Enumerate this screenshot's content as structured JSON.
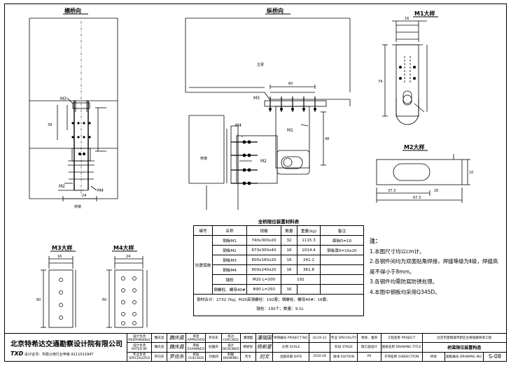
{
  "views": {
    "transverse_title": "横桥向",
    "longitudinal_title": "纵桥向",
    "m1_title": "M1大样",
    "m2_title": "M2大样",
    "m3_title": "M3大样",
    "m4_title": "M4大样"
  },
  "labels": {
    "main_girder": "主梁",
    "pier": "桥墩",
    "m1": "M1",
    "m2": "M2",
    "m3": "M3",
    "m4": "M4",
    "d_24": "24",
    "d_60": "60",
    "d_37_3": "37.3",
    "d_20": "20",
    "d_10": "10",
    "d_16": "16",
    "d_67_3": "67.3",
    "d_74": "74",
    "d_48": "48",
    "d_39": "39"
  },
  "material_table": {
    "title": "全桥限位装置材料表",
    "headers": [
      "编号",
      "名称",
      "规格",
      "数量",
      "重量(kg)",
      "备注"
    ],
    "group": "抗震措施",
    "rows": [
      [
        "钢板M1",
        "740x300x20",
        "32",
        "1115.3",
        "面板D=10"
      ],
      [
        "钢板M2",
        "673x300x40",
        "16",
        "1014.4",
        "钢板厚δ=10x20"
      ],
      [
        "钢板M3",
        "600x160x20",
        "16",
        "241.2",
        ""
      ],
      [
        "钢板M4",
        "600x240x20",
        "16",
        "361.8",
        ""
      ],
      [
        "锚栓",
        "M20 L=200",
        "192",
        "",
        ""
      ],
      [
        "钢螺栓、螺母40#",
        "Φ90 L=250",
        "16",
        "",
        ""
      ]
    ],
    "summary1": "钢材合计：2732.7kg；M20高强螺栓：192套；钢螺栓、螺母40#：16套。",
    "summary2": "锚栓：192个；数量：9.1L"
  },
  "notes": {
    "heading": "注：",
    "items": [
      "1.本图尺寸均以cm计。",
      "2.各钢件间均为双面贴角焊接，焊缝等级为Ⅱ级，焊缝高",
      "   度不得小于8mm。",
      "3.各钢件均需防腐防锈处理。",
      "4.本图中钢板均采用Q345D。"
    ]
  },
  "title_block": {
    "company": "北京特希达交通勘察设计院有限公司",
    "logo": "TXD",
    "license": "设计证书：市政公用行业甲级 A111011947",
    "roles": [
      [
        "设计负责",
        "RESPONSIBLE",
        "魏庆昌"
      ],
      [
        "设计负责",
        "RATED BY",
        "魏庆昌"
      ],
      [
        "专业负责",
        "SPECIALIZED",
        "罗向东"
      ]
    ],
    "approve": [
      [
        "审定",
        "APPROVED",
        "罗向东"
      ],
      [
        "审核",
        "EXAMINED",
        "纪国庆"
      ],
      [
        "校核",
        "CHECKED",
        "刘逸同"
      ]
    ],
    "check": [
      [
        "校对",
        "CHECKED",
        "潘瑞国"
      ],
      [
        "设计",
        "DESIGNED",
        "杨新星"
      ],
      [
        "制图",
        "DRAWING",
        "刘文"
      ]
    ],
    "project_no_label": "项目编号 PROJECT NO.",
    "project_no": "QL19-12",
    "scale_label": "比例 SCALE",
    "date_label": "出图日期 DATE",
    "date": "2016.06",
    "spec_label": "专业 SPECIALITY",
    "spec": "桥梁、涵洞",
    "stage_label": "阶段 STAGE",
    "stage": "施工图设计",
    "edition_label": "版本 EDITION",
    "edition": "A0",
    "project_label": "工程名称 PROJECT",
    "project": "北京市首钢城市新区主要道路桥梁工程",
    "title_label": "图纸名称 DRAWING TITLE",
    "drawing_title": "桥梁限位装置构造",
    "sub_label": "子项名称 SUBSECTION",
    "sub": "桥梁",
    "drawing_no_label": "图纸编号 DRAWING NO.",
    "drawing_no": "S-08"
  }
}
